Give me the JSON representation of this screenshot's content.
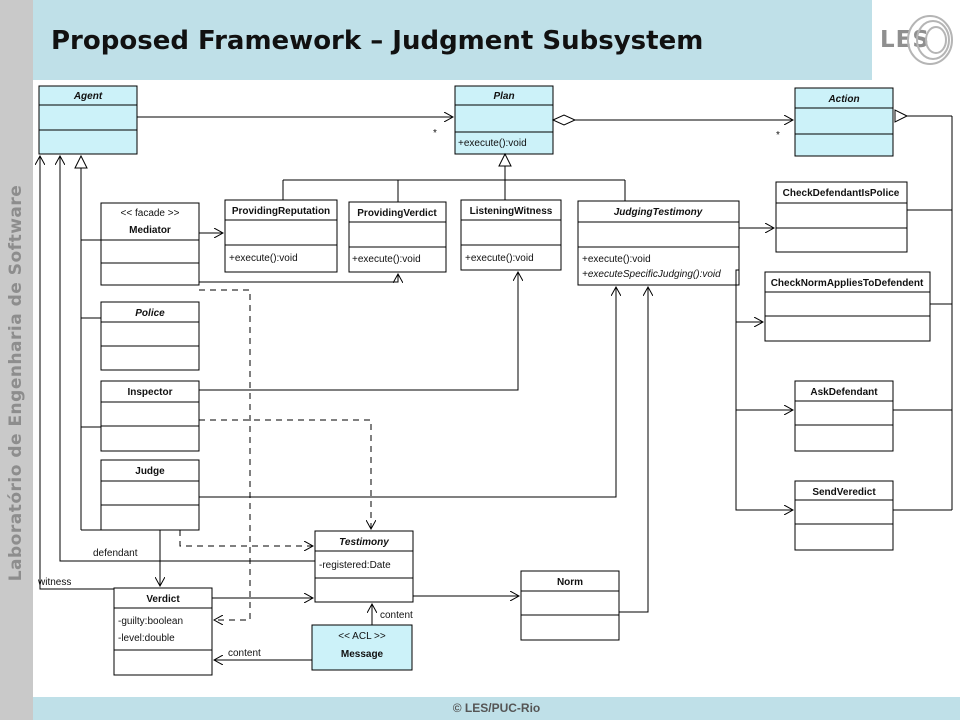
{
  "title": "Proposed Framework – Judgment Subsystem",
  "sidebar_text": "Laboratório de Engenharia de Software",
  "logo_text": "LES",
  "footer_text": "© LES/PUC-Rio",
  "colors": {
    "header": "#bfe0e8",
    "class_fill": "#ccf2f9",
    "sidebar": "#c9c9c9"
  },
  "classes": {
    "agent": {
      "name": "Agent"
    },
    "plan": {
      "name": "Plan",
      "op": "+execute():void"
    },
    "action": {
      "name": "Action"
    },
    "mediator": {
      "stereotype": "<< facade >>",
      "name": "Mediator"
    },
    "providing_reputation": {
      "name": "ProvidingReputation",
      "op": "+execute():void"
    },
    "providing_verdict": {
      "name": "ProvidingVerdict",
      "op": "+execute():void"
    },
    "listening_witness": {
      "name": "ListeningWitness",
      "op": "+execute():void"
    },
    "judging_testimony": {
      "name": "JudgingTestimony",
      "op1": "+execute():void",
      "op2": "+executeSpecificJudging():void"
    },
    "check_defendant": {
      "name": "CheckDefendantIsPolice"
    },
    "check_norm": {
      "name": "CheckNormAppliesToDefendent"
    },
    "ask_defendant": {
      "name": "AskDefendant"
    },
    "send_veredict": {
      "name": "SendVeredict"
    },
    "police": {
      "name": "Police"
    },
    "inspector": {
      "name": "Inspector"
    },
    "judge": {
      "name": "Judge"
    },
    "testimony": {
      "name": "Testimony",
      "attr": "-registered:Date"
    },
    "norm": {
      "name": "Norm"
    },
    "verdict": {
      "name": "Verdict",
      "attr1": "-guilty:boolean",
      "attr2": "-level:double"
    },
    "message": {
      "stereotype": "<< ACL >>",
      "name": "Message"
    }
  },
  "labels": {
    "multiplicity_plan": "*",
    "multiplicity_action": "*",
    "defendant": "defendant",
    "witness": "witness",
    "content_testimony": "content",
    "content_verdict": "content"
  }
}
